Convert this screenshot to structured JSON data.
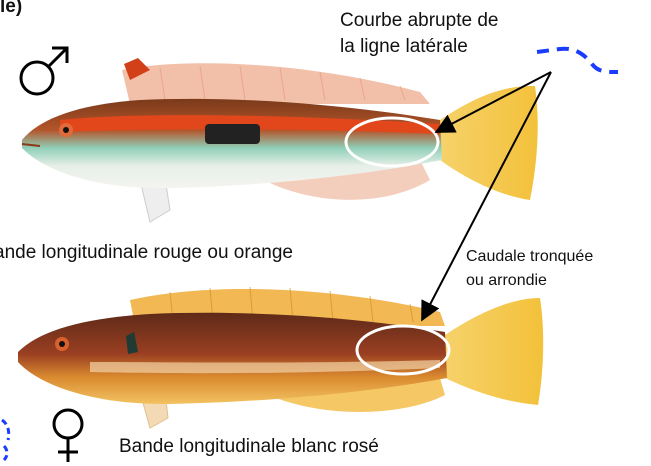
{
  "header_fragment": "le)",
  "annotations": {
    "lateral_line_line1": "Courbe abrupte de",
    "lateral_line_line2": "la ligne latérale",
    "male_band": "ande longitudinale rouge ou orange",
    "tail_line1": "Caudale tronquée",
    "tail_line2": "ou arrondie",
    "female_band": "Bande longitudinale blanc rosé"
  },
  "symbols": {
    "male": "male-symbol-icon",
    "female": "female-symbol-icon"
  },
  "colors": {
    "lateral_line_indicator": "#1a3cff",
    "male_stripe": "#e2471c",
    "female_body": "#8a3a22",
    "fins": "#f0c24a",
    "highlight_ellipse": "#ffffff"
  }
}
